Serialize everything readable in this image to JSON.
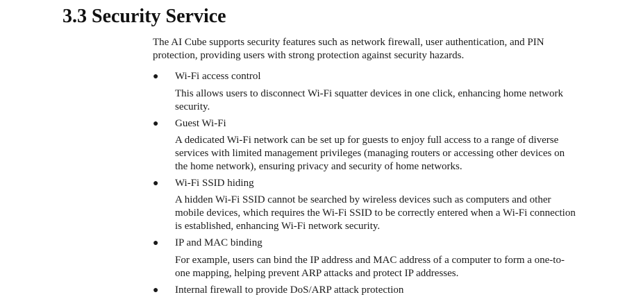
{
  "section": {
    "heading": "3.3 Security Service",
    "intro": "The AI Cube supports security features such as network firewall, user authentication, and PIN protection, providing users with strong protection against security hazards."
  },
  "features": [
    {
      "bullet": "●",
      "title": "Wi-Fi access control",
      "description": "This allows users to disconnect Wi-Fi squatter devices in one click, enhancing home network security."
    },
    {
      "bullet": "●",
      "title": "Guest Wi-Fi",
      "description": "A dedicated Wi-Fi network can be set up for guests to enjoy full access to a range of diverse services with limited management privileges (managing routers or accessing other devices on the home network), ensuring privacy and security of home networks."
    },
    {
      "bullet": "●",
      "title": "Wi-Fi SSID hiding",
      "description": "A hidden Wi-Fi SSID cannot be searched by wireless devices such as computers and other mobile devices, which requires the Wi-Fi SSID to be correctly entered when a Wi-Fi connection is established, enhancing Wi-Fi network security."
    },
    {
      "bullet": "●",
      "title": "IP and MAC binding",
      "description": "For example, users can bind the IP address and MAC address of a computer to form a one-to-one mapping, helping prevent ARP attacks and protect IP addresses."
    },
    {
      "bullet": "●",
      "title": "Internal firewall to provide DoS/ARP attack protection",
      "description": ""
    }
  ]
}
